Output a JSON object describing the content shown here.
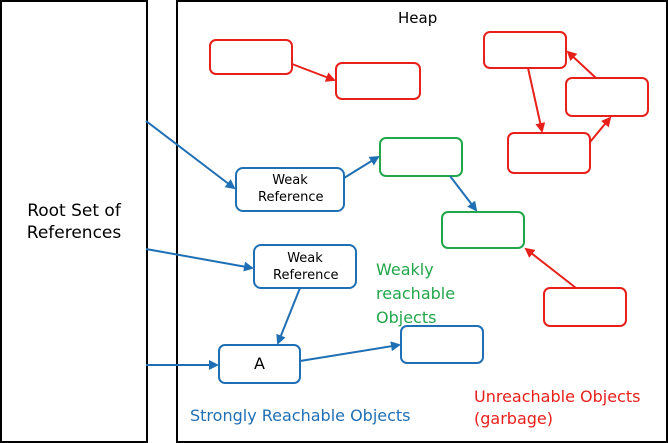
{
  "heap": {
    "label": "Heap"
  },
  "root_set": {
    "label": "Root Set of References"
  },
  "weak_reference_1": {
    "label": "Weak Reference"
  },
  "weak_reference_2": {
    "label": "Weak Reference"
  },
  "object_a": {
    "label": "A"
  },
  "labels": {
    "weakly_reachable": "Weakly reachable Objects",
    "strongly_reachable": "Strongly Reachable Objects",
    "unreachable": "Unreachable Objects (garbage)"
  },
  "colors": {
    "strong": "#1f6fb5",
    "weak": "#22a64a",
    "unreachable": "#e8201c",
    "border": "#000000"
  }
}
